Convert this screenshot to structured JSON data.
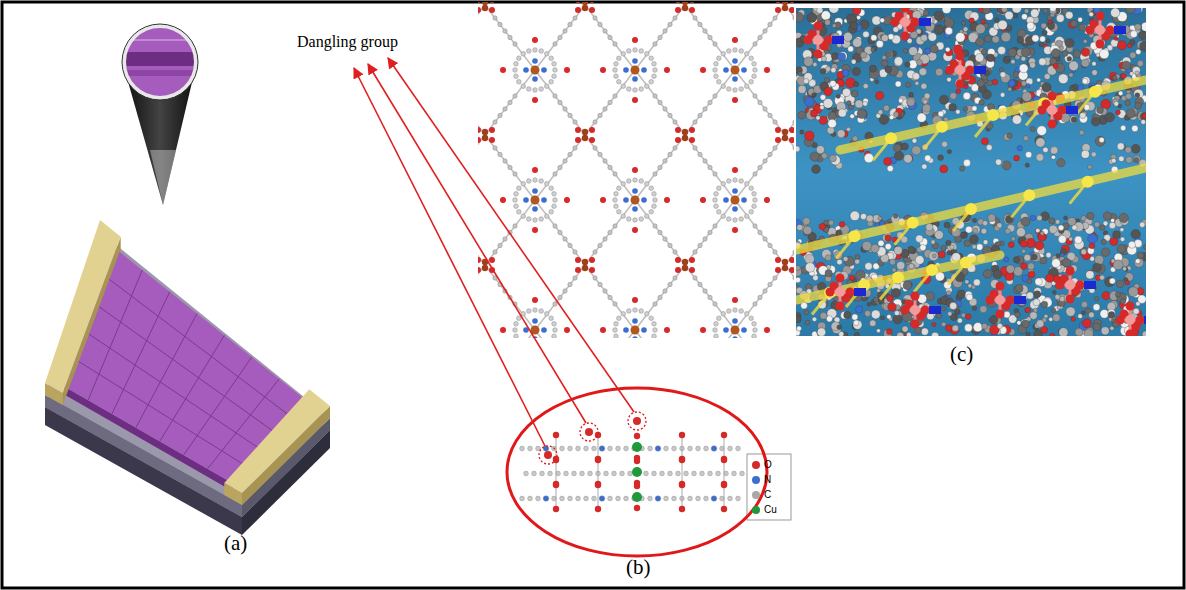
{
  "diagram": {
    "labels": [
      "Dangling group",
      "(a)",
      "(b)",
      "(c)"
    ],
    "legend": [
      {
        "text": "O",
        "color": "#d42a2a"
      },
      {
        "text": "N",
        "color": "#3a6fd0"
      },
      {
        "text": "C",
        "color": "#a8a8a8"
      },
      {
        "text": "Cu",
        "color": "#1f9a3a"
      }
    ]
  }
}
